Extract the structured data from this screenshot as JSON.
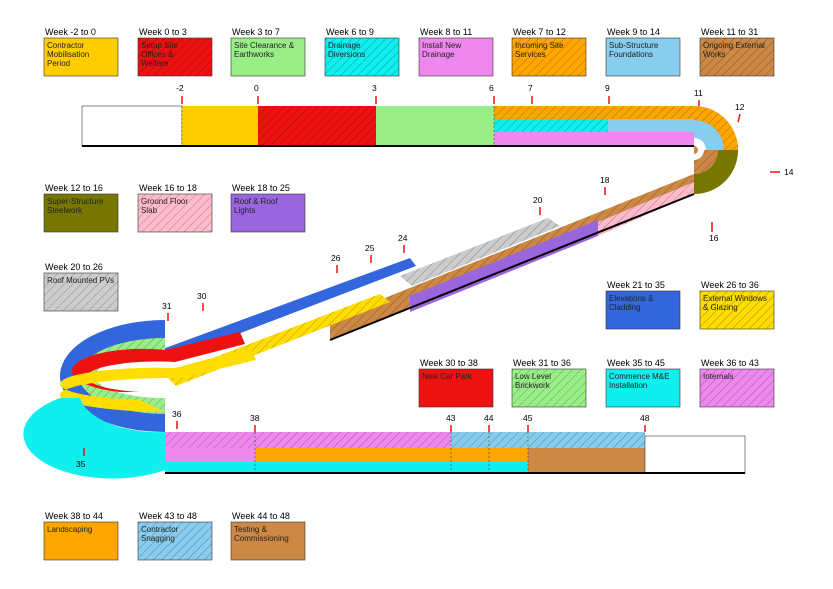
{
  "keys": [
    {
      "id": "k1",
      "title": "Week -2 to 0",
      "lines": [
        "Contractor",
        "Mobilisation",
        "Period"
      ],
      "color": "#FFCC00",
      "hatched": false
    },
    {
      "id": "k2",
      "title": "Week 0 to 3",
      "lines": [
        "Setup Site",
        "Offices &",
        "Welfare"
      ],
      "color": "#EE1111",
      "hatched": true
    },
    {
      "id": "k3",
      "title": "Week 3 to 7",
      "lines": [
        "Site Clearance &",
        "Earthworks"
      ],
      "color": "#99EE88",
      "hatched": false
    },
    {
      "id": "k4",
      "title": "Week 6 to 9",
      "lines": [
        "Drainage",
        "Diversions"
      ],
      "color": "#11EEEE",
      "hatched": true
    },
    {
      "id": "k5",
      "title": "Week 8 to 11",
      "lines": [
        "Install New",
        "Drainage"
      ],
      "color": "#EE88EE",
      "hatched": false
    },
    {
      "id": "k6",
      "title": "Week 7 to 12",
      "lines": [
        "Incoming Site",
        "Services"
      ],
      "color": "#FFA500",
      "hatched": true
    },
    {
      "id": "k7",
      "title": "Week 9 to 14",
      "lines": [
        "Sub-Structure",
        "Foundations"
      ],
      "color": "#88CCEE",
      "hatched": false
    },
    {
      "id": "k8",
      "title": "Week 11 to 31",
      "lines": [
        "Ongoing External",
        "Works"
      ],
      "color": "#CC8844",
      "hatched": true
    },
    {
      "id": "k9",
      "title": "Week 12 to 16",
      "lines": [
        "Super-Structure",
        "Steelwork"
      ],
      "color": "#777700",
      "hatched": false
    },
    {
      "id": "k10",
      "title": "Week 16 to 18",
      "lines": [
        "Ground Floor",
        "Slab"
      ],
      "color": "#FFBBCC",
      "hatched": true
    },
    {
      "id": "k11",
      "title": "Week 18 to 25",
      "lines": [
        "Roof & Roof",
        "Lights"
      ],
      "color": "#9966DD",
      "hatched": false
    },
    {
      "id": "k12",
      "title": "Week 20 to 26",
      "lines": [
        "Roof Mounted PVs"
      ],
      "color": "#CCCCCC",
      "hatched": true
    },
    {
      "id": "k13",
      "title": "Week 21 to 35",
      "lines": [
        "Elevations &",
        "Cladding"
      ],
      "color": "#3366DD",
      "hatched": false
    },
    {
      "id": "k14",
      "title": "Week 26 to 36",
      "lines": [
        "External Windows",
        "& Glazing"
      ],
      "color": "#FFDD00",
      "hatched": true
    },
    {
      "id": "k15",
      "title": "Week 30 to 38",
      "lines": [
        "New Car Park"
      ],
      "color": "#EE1111",
      "hatched": false
    },
    {
      "id": "k16",
      "title": "Week 31 to 36",
      "lines": [
        "Low Level",
        "Brickwork"
      ],
      "color": "#99EE88",
      "hatched": true
    },
    {
      "id": "k17",
      "title": "Week 35 to 45",
      "lines": [
        "Commence M&E",
        "Installation"
      ],
      "color": "#11EEEE",
      "hatched": false
    },
    {
      "id": "k18",
      "title": "Week 36 to 43",
      "lines": [
        "Internals"
      ],
      "color": "#EE88EE",
      "hatched": true
    },
    {
      "id": "k19",
      "title": "Week 38 to 44",
      "lines": [
        "Landscaping"
      ],
      "color": "#FFA500",
      "hatched": false
    },
    {
      "id": "k20",
      "title": "Week 43 to 48",
      "lines": [
        "Contractor",
        "Snagging"
      ],
      "color": "#88CCEE",
      "hatched": true
    },
    {
      "id": "k21",
      "title": "Week 44 to 48",
      "lines": [
        "Testing &",
        "Commissioning"
      ],
      "color": "#CC8844",
      "hatched": false
    }
  ],
  "week_markers": [
    "-2",
    "0",
    "3",
    "6",
    "7",
    "9",
    "11",
    "12",
    "14",
    "16",
    "18",
    "20",
    "24",
    "25",
    "26",
    "30",
    "31",
    "35",
    "36",
    "38",
    "43",
    "44",
    "45",
    "48"
  ],
  "colors": {
    "yellow": "#FFCC00",
    "red": "#EE1111",
    "green": "#99EE88",
    "cyan": "#11EEEE",
    "pink": "#EE88EE",
    "orange": "#FFA500",
    "lightblue": "#88CCEE",
    "brown": "#CC8844",
    "olive": "#777700",
    "lightpink": "#FFBBCC",
    "purple": "#9966DD",
    "grey": "#CCCCCC",
    "blue": "#3366DD",
    "gold": "#FFDD00"
  }
}
